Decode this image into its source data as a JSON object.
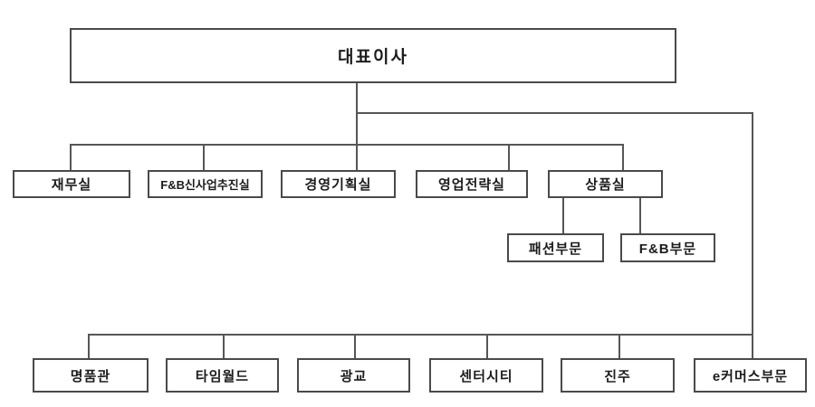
{
  "org_chart": {
    "title_hint": "company organization chart",
    "root": {
      "label": "대표이사"
    },
    "departments": [
      {
        "label": "재무실"
      },
      {
        "label": "F&B신사업추진실"
      },
      {
        "label": "경영기획실"
      },
      {
        "label": "영업전략실"
      },
      {
        "label": "상품실"
      }
    ],
    "merchandising_children": [
      {
        "label": "패션부문"
      },
      {
        "label": "F&B부문"
      }
    ],
    "branches": [
      {
        "label": "명품관"
      },
      {
        "label": "타임월드"
      },
      {
        "label": "광교"
      },
      {
        "label": "센터시티"
      },
      {
        "label": "진주"
      },
      {
        "label": "e커머스부문"
      }
    ],
    "colors": {
      "background": "#ffffff",
      "box_border": "#4a4a4a",
      "connector_line": "#565656",
      "text": "#1c1c1c"
    }
  }
}
